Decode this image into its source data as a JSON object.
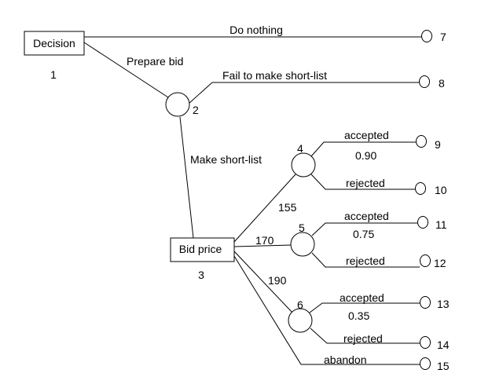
{
  "nodes": {
    "decision_1": {
      "label": "Decision",
      "number": "1"
    },
    "chance_2": {
      "number": "2"
    },
    "decision_3": {
      "label": "Bid price",
      "number": "3"
    },
    "chance_4": {
      "number": "4"
    },
    "chance_5": {
      "number": "5"
    },
    "chance_6": {
      "number": "6"
    }
  },
  "branches": {
    "do_nothing": "Do nothing",
    "prepare_bid": "Prepare bid",
    "fail_shortlist": "Fail to make short-list",
    "make_shortlist": "Make short-list",
    "bid_155": "155",
    "bid_170": "170",
    "bid_190": "190",
    "abandon": "abandon",
    "accepted_4": "accepted",
    "rejected_4": "rejected",
    "accepted_5": "accepted",
    "rejected_5": "rejected",
    "accepted_6": "accepted",
    "rejected_6": "rejected"
  },
  "probabilities": {
    "p4": "0.90",
    "p5": "0.75",
    "p6": "0.35"
  },
  "terminals": {
    "t7": "7",
    "t8": "8",
    "t9": "9",
    "t10": "10",
    "t11": "11",
    "t12": "12",
    "t13": "13",
    "t14": "14",
    "t15": "15"
  }
}
